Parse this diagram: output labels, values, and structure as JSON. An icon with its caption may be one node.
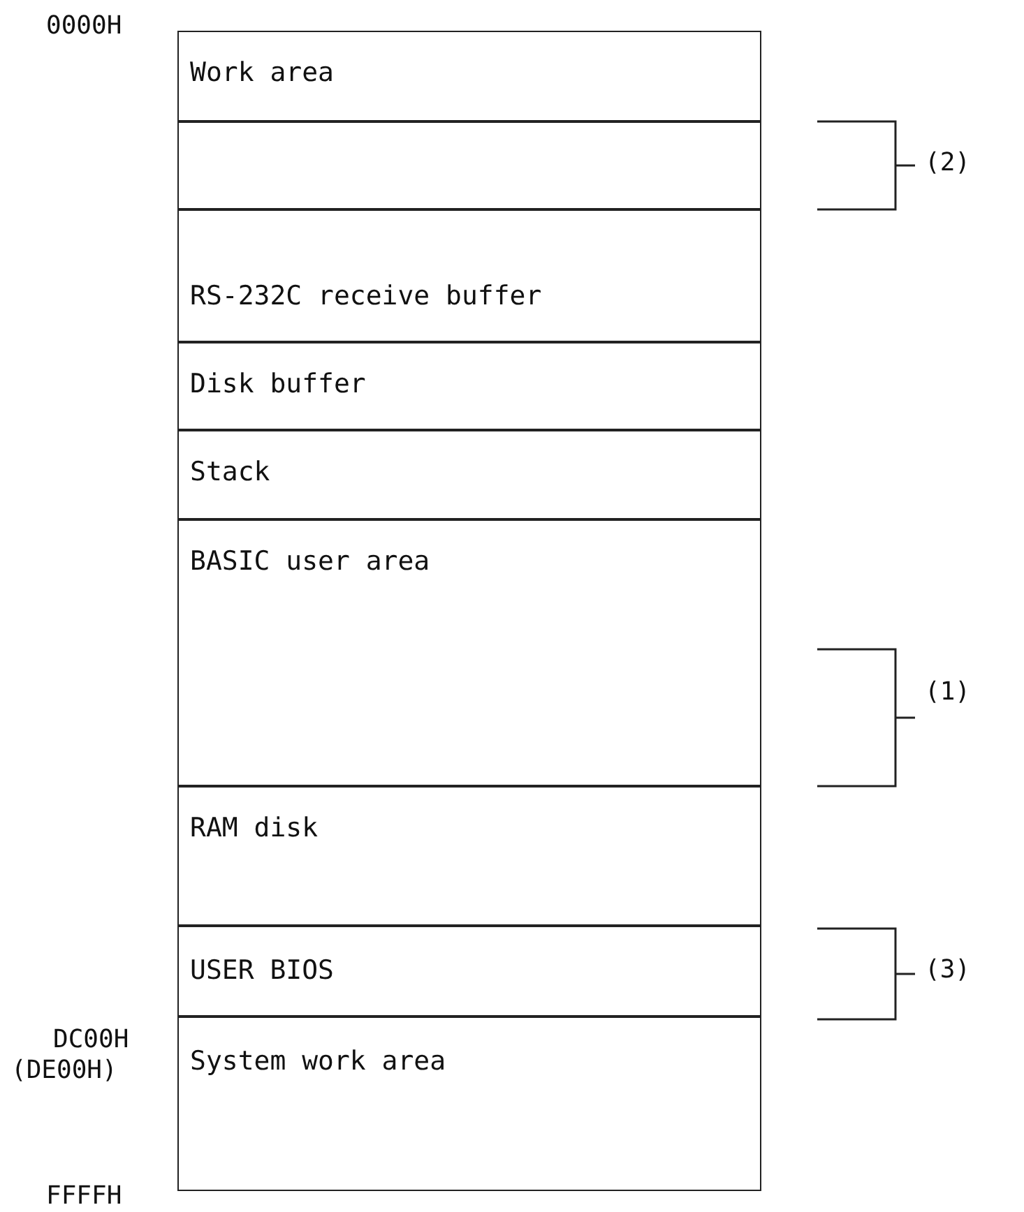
{
  "diagram": {
    "nodes": [
      {
        "text": [
          "Work area"
        ]
      },
      {
        "text": [],
        "shape": "box"
      },
      {
        "text": [
          "RS-232C receive buffer"
        ]
      },
      {
        "text": [
          "Disk buffer"
        ]
      },
      {
        "text": [
          "Stack"
        ]
      },
      {
        "text": [
          "BASIC user area"
        ]
      },
      {
        "text": [
          "RAM disk"
        ]
      },
      {
        "text": [
          "USER BIOS"
        ]
      },
      {
        "text": [
          "System work area"
        ]
      }
    ],
    "labels": [
      "0000H",
      "(2)",
      "(1)",
      "(3)",
      "DC00H",
      "(DE00H)",
      "FFFFH"
    ]
  }
}
